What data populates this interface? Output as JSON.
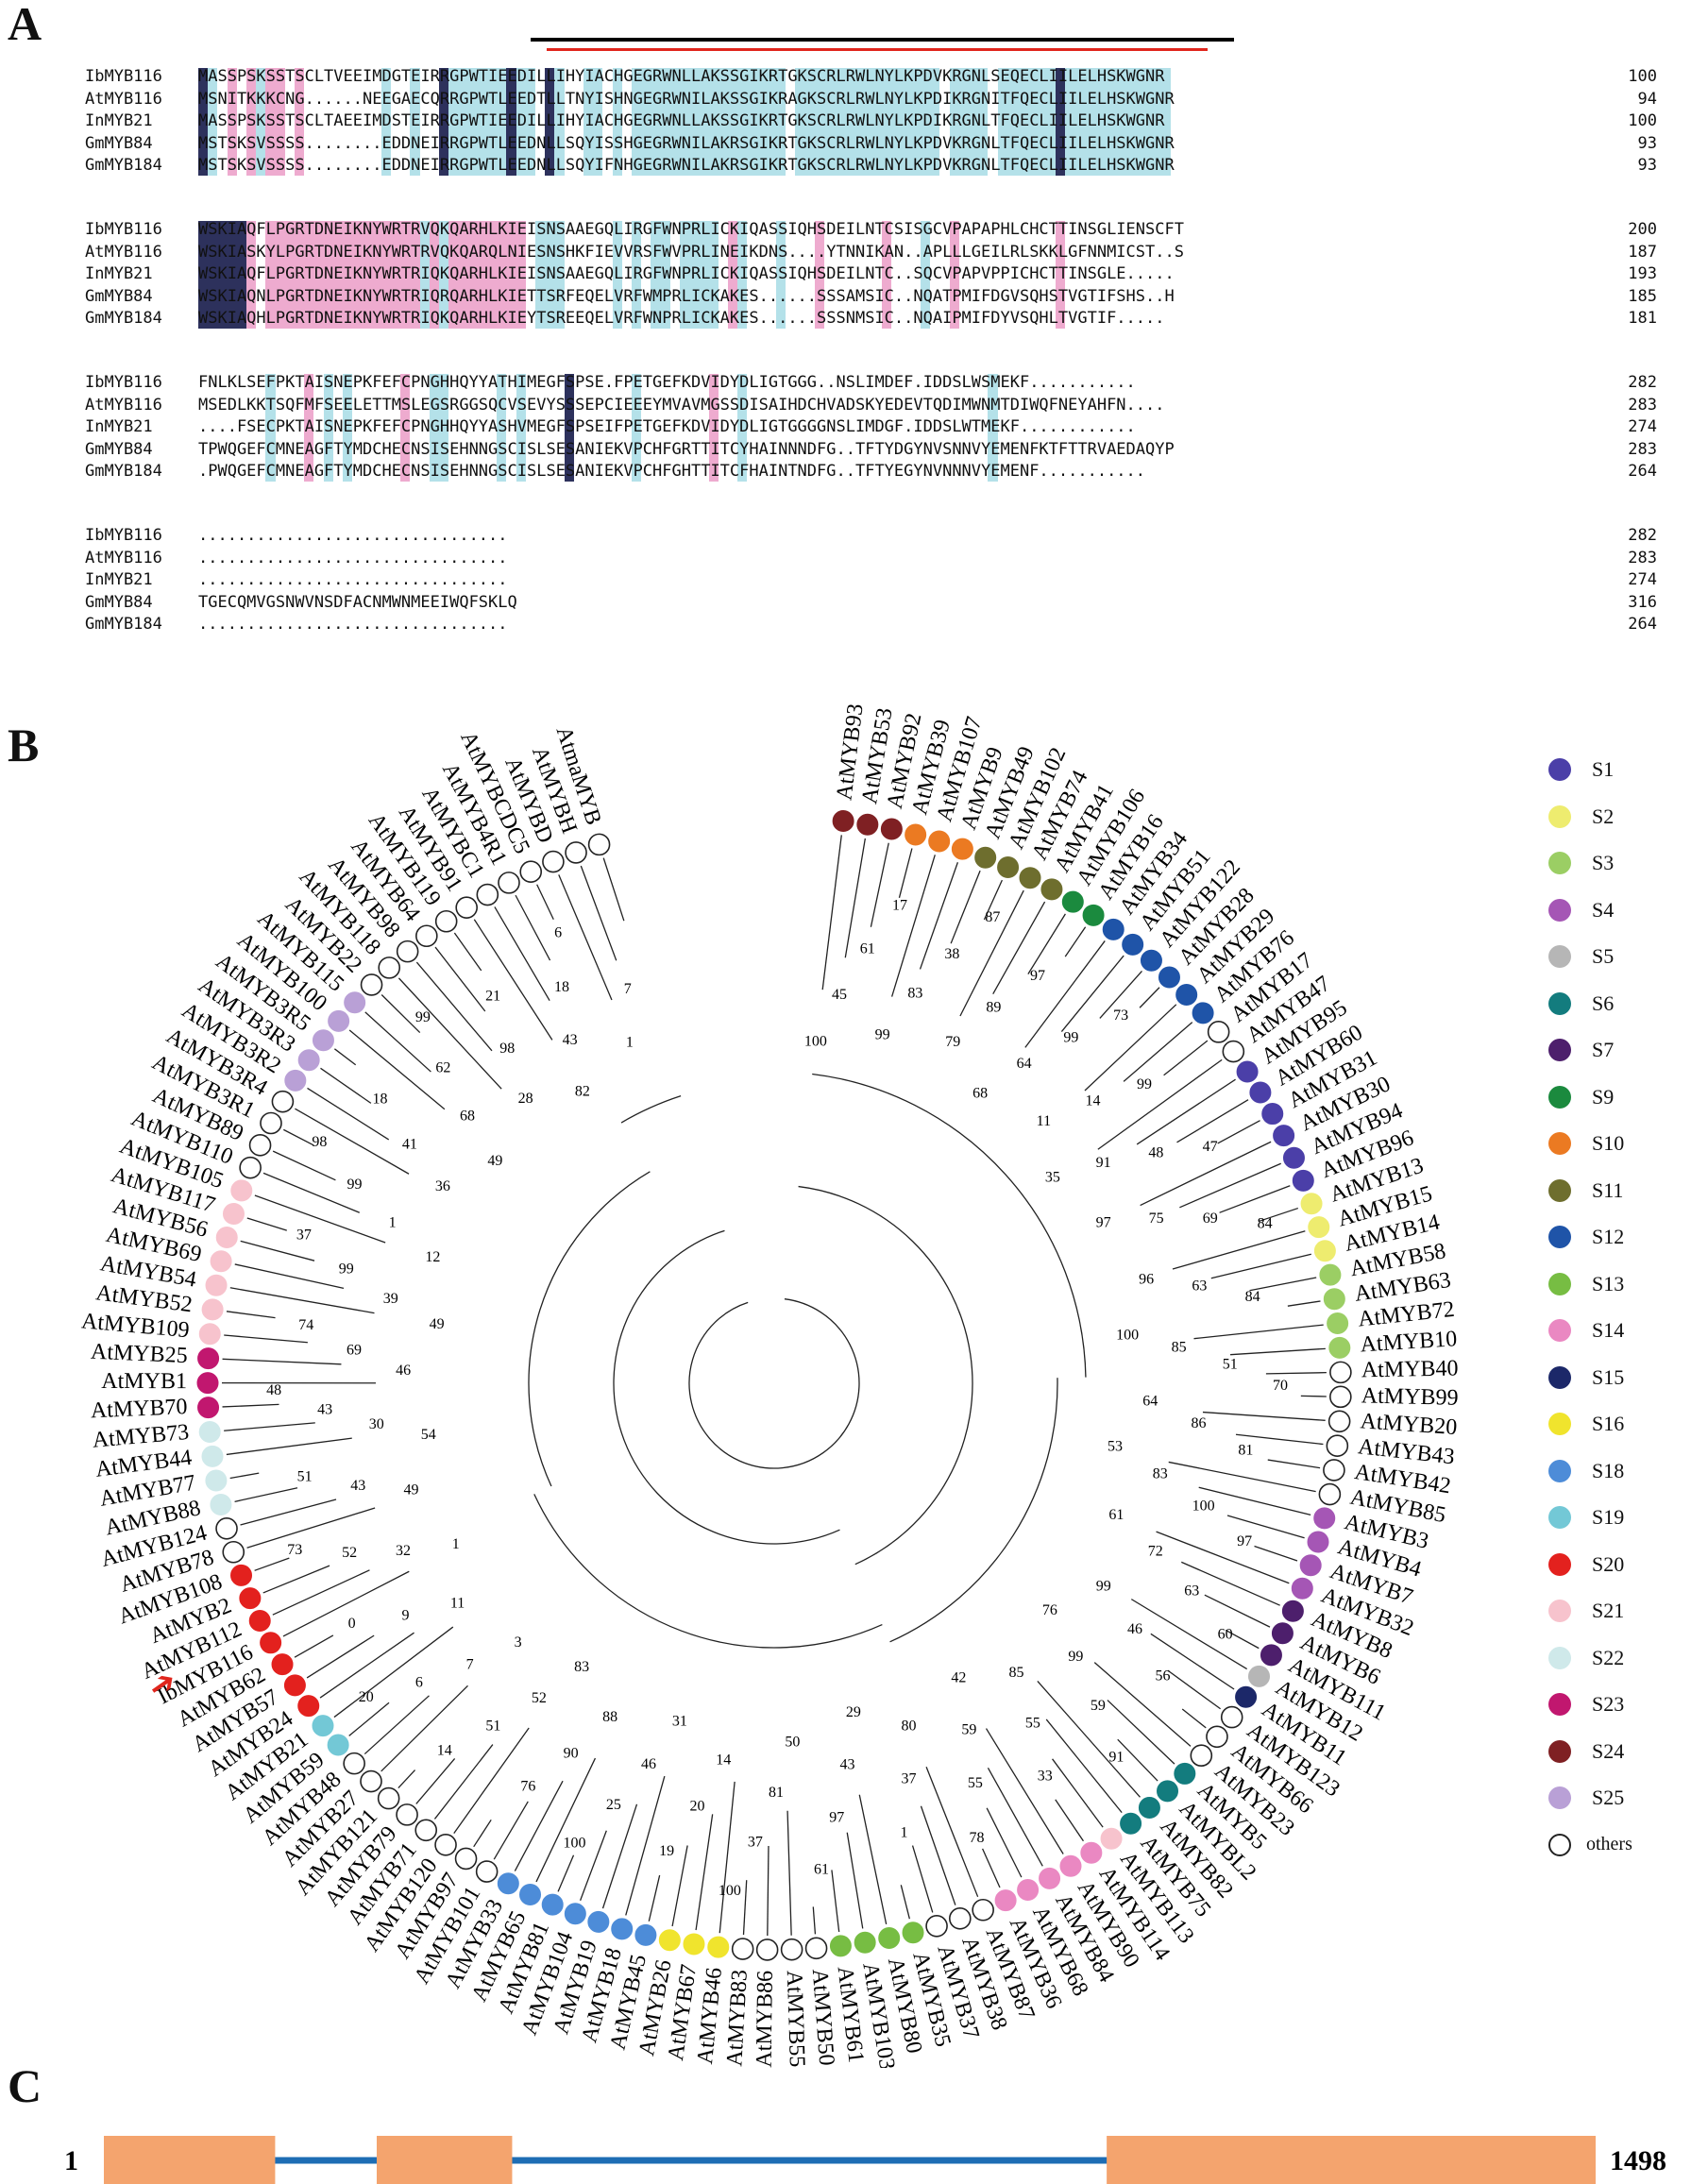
{
  "panels": {
    "a": "A",
    "b": "B",
    "c": "C"
  },
  "colors": {
    "identical": "#1b1f4e",
    "similar_pink": "#e88fbf",
    "similar_cyan": "#9bd7e1",
    "exon": "#f4a46e",
    "intron": "#1e6db4",
    "arrow": "#e0261d"
  },
  "alignment": {
    "blocks": [
      {
        "rows": [
          {
            "name": "IbMYB116",
            "seq": "MASSPSKSSTSCLTVEEIMDGTEIRRGPWTIEEDILLIHYIACHGEGRWNLLAKSSGIKRTGKSCRLRWLNYLKPDVKRGNLSEQECLIILELHSKWGNR",
            "num": "100"
          },
          {
            "name": "AtMYB116",
            "seq": "MSNITKKKCNG......NEEGAECQRRGPWTLEEDTLLTNYISHNGEGRWNILAKSSGIKRAGKSCRLRWLNYLKPDIKRGNITFQECLIILELHSKWGNR",
            "num": "94"
          },
          {
            "name": "InMYB21",
            "seq": "MASSPSKSSTSCLTAEEIMDSTEIRRGPWTIEEDILLIHYIACHGEGRWNLLAKSSGIKRTGKSCRLRWLNYLKPDIKRGNLTFQECLIILELHSKWGNR",
            "num": "100"
          },
          {
            "name": "GmMYB84",
            "seq": "MSTSKSVSSSS........EDDNEIRRGPWTLEEDNLLSQYISSHGEGRWNILAKRSGIKRTGKSCRLRWLNYLKPDVKRGNLTFQECLIILELHSKWGNR",
            "num": "93"
          },
          {
            "name": "GmMYB184",
            "seq": "MSTSKSVSSSS........EDDNEIRRGPWTLEEDNLLSQYIFNHGEGRWNILAKRSGIKRTGKSCRLRWLNYLKPDVKRGNLTFQECLIILELHSKWGNR",
            "num": "93"
          }
        ]
      },
      {
        "rows": [
          {
            "name": "IbMYB116",
            "seq": "WSKIAQFLPGRTDNEIKNYWRTRVQKQARHLKIEISNSAAEGQLIRGFWNPRLICKIQASSIQHSDEILNTCSISGCVPAPAPHLCHCTTINSGLIENSCFT",
            "num": "200"
          },
          {
            "name": "AtMYB116",
            "seq": "WSKIASKYLPGRTDNEIKNYWRTRVQKQARQLNIESNSHKFIEVVRSFWVPRLINEIKDNS....YTNNIKAN..APLLLGEILRLSKKLGFNNMICST..S",
            "num": "187"
          },
          {
            "name": "InMYB21",
            "seq": "WSKIAQFLPGRTDNEIKNYWRTRIQKQARHLKIEISNSAAEGQLIRGFWNPRLICKIQASSIQHSDEILNTC..SQCVPAPVPPICHCTTINSGLE.....",
            "num": "193"
          },
          {
            "name": "GmMYB84",
            "seq": "WSKIAQNLPGRTDNEIKNYWRTRIQRQARHLKIETTSRFEQELVRFWMPRLICKAKES......SSSAMSIC..NQATPMIFDGVSQHSTVGTIFSHS..H",
            "num": "185"
          },
          {
            "name": "GmMYB184",
            "seq": "WSKIAQHLPGRTDNEIKNYWRTRIQKQARHLKIEYTSREEQELVRFWNPRLICKAKES......SSSNMSIC..NQAIPMIFDYVSQHLTVGTIF.....",
            "num": "181"
          }
        ]
      },
      {
        "rows": [
          {
            "name": "IbMYB116",
            "seq": "FNLKLSEFPKTAISNEPKFEFCPNGHHQYYATHIMEGFSPSE.FPETGEFKDVIDYDLIGTGGG..NSLIMDEF.IDDSLWSMEKF...........",
            "num": "282"
          },
          {
            "name": "AtMYB116",
            "seq": "MSEDLKKTSQFMFSEELETTMSLEGSRGGSQCVSEVYSSSEPCIEEEYMVAVMGSSDISAIHDCHVADSKYEDEVTQDIMWNMTDIWQFNEYAHFN....",
            "num": "283"
          },
          {
            "name": "InMYB21",
            "seq": "....FSECPKTAISNEPKFEFCPNGHHQYYASHVMEGFSPSEIFPETGEFKDVIDYDLIGTGGGGNSLIMDGF.IDDSLWTMEKF............",
            "num": "274"
          },
          {
            "name": "GmMYB84",
            "seq": "TPWQGEFCMNEAGFTYMDCHECNSISEHNNGSCISLSESANIEKVPCHFGRTTITCYHAINNNDFG..TFTYDGYNVSNNVYEMENFKTFTTRVAEDAQYP",
            "num": "283"
          },
          {
            "name": "GmMYB184",
            "seq": ".PWQGEFCMNEAGFTYMDCHECNSISEHNNGSCISLSESANIEKVPCHFGHTTITCFHAINTNDFG..TFTYEGYNVNNNVYEMENF...........",
            "num": "264"
          }
        ]
      },
      {
        "rows": [
          {
            "name": "IbMYB116",
            "seq": "................................",
            "num": "282"
          },
          {
            "name": "AtMYB116",
            "seq": "................................",
            "num": "283"
          },
          {
            "name": "InMYB21",
            "seq": "................................",
            "num": "274"
          },
          {
            "name": "GmMYB84",
            "seq": "TGECQMVGSNWVNSDFACNMWNMEEIWQFSKLQ",
            "num": "316"
          },
          {
            "name": "GmMYB184",
            "seq": "................................",
            "num": "264"
          }
        ]
      }
    ]
  },
  "tree": {
    "leaves": [
      {
        "name": "AtMYB93",
        "g": "S24"
      },
      {
        "name": "AtMYB53",
        "g": "S24"
      },
      {
        "name": "AtMYB92",
        "g": "S24"
      },
      {
        "name": "AtMYB39",
        "g": "S10"
      },
      {
        "name": "AtMYB107",
        "g": "S10"
      },
      {
        "name": "AtMYB9",
        "g": "S10"
      },
      {
        "name": "AtMYB49",
        "g": "S11"
      },
      {
        "name": "AtMYB102",
        "g": "S11"
      },
      {
        "name": "AtMYB74",
        "g": "S11"
      },
      {
        "name": "AtMYB41",
        "g": "S11"
      },
      {
        "name": "AtMYB106",
        "g": "S9"
      },
      {
        "name": "AtMYB16",
        "g": "S9"
      },
      {
        "name": "AtMYB34",
        "g": "S12"
      },
      {
        "name": "AtMYB51",
        "g": "S12"
      },
      {
        "name": "AtMYB122",
        "g": "S12"
      },
      {
        "name": "AtMYB28",
        "g": "S12"
      },
      {
        "name": "AtMYB29",
        "g": "S12"
      },
      {
        "name": "AtMYB76",
        "g": "S12"
      },
      {
        "name": "AtMYB17",
        "g": "others"
      },
      {
        "name": "AtMYB47",
        "g": "others"
      },
      {
        "name": "AtMYB95",
        "g": "S1"
      },
      {
        "name": "AtMYB60",
        "g": "S1"
      },
      {
        "name": "AtMYB31",
        "g": "S1"
      },
      {
        "name": "AtMYB30",
        "g": "S1"
      },
      {
        "name": "AtMYB94",
        "g": "S1"
      },
      {
        "name": "AtMYB96",
        "g": "S1"
      },
      {
        "name": "AtMYB13",
        "g": "S2"
      },
      {
        "name": "AtMYB15",
        "g": "S2"
      },
      {
        "name": "AtMYB14",
        "g": "S2"
      },
      {
        "name": "AtMYB58",
        "g": "S3"
      },
      {
        "name": "AtMYB63",
        "g": "S3"
      },
      {
        "name": "AtMYB72",
        "g": "S3"
      },
      {
        "name": "AtMYB10",
        "g": "S3"
      },
      {
        "name": "AtMYB40",
        "g": "others"
      },
      {
        "name": "AtMYB99",
        "g": "others"
      },
      {
        "name": "AtMYB20",
        "g": "others"
      },
      {
        "name": "AtMYB43",
        "g": "others"
      },
      {
        "name": "AtMYB42",
        "g": "others"
      },
      {
        "name": "AtMYB85",
        "g": "others"
      },
      {
        "name": "AtMYB3",
        "g": "S4"
      },
      {
        "name": "AtMYB4",
        "g": "S4"
      },
      {
        "name": "AtMYB7",
        "g": "S4"
      },
      {
        "name": "AtMYB32",
        "g": "S4"
      },
      {
        "name": "AtMYB8",
        "g": "S7"
      },
      {
        "name": "AtMYB6",
        "g": "S7"
      },
      {
        "name": "AtMYB111",
        "g": "S7"
      },
      {
        "name": "AtMYB12",
        "g": "S5"
      },
      {
        "name": "AtMYB11",
        "g": "S15"
      },
      {
        "name": "AtMYB123",
        "g": "others"
      },
      {
        "name": "AtMYB66",
        "g": "others"
      },
      {
        "name": "AtMYB23",
        "g": "others"
      },
      {
        "name": "AtMYB5",
        "g": "S6"
      },
      {
        "name": "AtMYBL2",
        "g": "S6"
      },
      {
        "name": "AtMYB82",
        "g": "S6"
      },
      {
        "name": "AtMYB75",
        "g": "S6"
      },
      {
        "name": "AtMYB113",
        "g": "S21"
      },
      {
        "name": "AtMYB114",
        "g": "S14"
      },
      {
        "name": "AtMYB90",
        "g": "S14"
      },
      {
        "name": "AtMYB84",
        "g": "S14"
      },
      {
        "name": "AtMYB68",
        "g": "S14"
      },
      {
        "name": "AtMYB36",
        "g": "S14"
      },
      {
        "name": "AtMYB87",
        "g": "others"
      },
      {
        "name": "AtMYB38",
        "g": "others"
      },
      {
        "name": "AtMYB37",
        "g": "others"
      },
      {
        "name": "AtMYB35",
        "g": "S13"
      },
      {
        "name": "AtMYB80",
        "g": "S13"
      },
      {
        "name": "AtMYB103",
        "g": "S13"
      },
      {
        "name": "AtMYB61",
        "g": "S13"
      },
      {
        "name": "AtMYB50",
        "g": "others"
      },
      {
        "name": "AtMYB55",
        "g": "others"
      },
      {
        "name": "AtMYB86",
        "g": "others"
      },
      {
        "name": "AtMYB83",
        "g": "others"
      },
      {
        "name": "AtMYB46",
        "g": "S16"
      },
      {
        "name": "AtMYB67",
        "g": "S16"
      },
      {
        "name": "AtMYB26",
        "g": "S16"
      },
      {
        "name": "AtMYB45",
        "g": "S18"
      },
      {
        "name": "AtMYB18",
        "g": "S18"
      },
      {
        "name": "AtMYB19",
        "g": "S18"
      },
      {
        "name": "AtMYB104",
        "g": "S18"
      },
      {
        "name": "AtMYB81",
        "g": "S18"
      },
      {
        "name": "AtMYB65",
        "g": "S18"
      },
      {
        "name": "AtMYB33",
        "g": "S18"
      },
      {
        "name": "AtMYB101",
        "g": "others"
      },
      {
        "name": "AtMYB97",
        "g": "others"
      },
      {
        "name": "AtMYB120",
        "g": "others"
      },
      {
        "name": "AtMYB71",
        "g": "others"
      },
      {
        "name": "AtMYB79",
        "g": "others"
      },
      {
        "name": "AtMYB121",
        "g": "others"
      },
      {
        "name": "AtMYB27",
        "g": "others"
      },
      {
        "name": "AtMYB48",
        "g": "others"
      },
      {
        "name": "AtMYB59",
        "g": "S19"
      },
      {
        "name": "AtMYB21",
        "g": "S19"
      },
      {
        "name": "AtMYB24",
        "g": "S20"
      },
      {
        "name": "AtMYB57",
        "g": "S20"
      },
      {
        "name": "AtMYB62",
        "g": "S20"
      },
      {
        "name": "IbMYB116",
        "g": "S20"
      },
      {
        "name": "AtMYB112",
        "g": "S20"
      },
      {
        "name": "AtMYB2",
        "g": "S20"
      },
      {
        "name": "AtMYB108",
        "g": "S20"
      },
      {
        "name": "AtMYB78",
        "g": "others"
      },
      {
        "name": "AtMYB124",
        "g": "others"
      },
      {
        "name": "AtMYB88",
        "g": "S22"
      },
      {
        "name": "AtMYB77",
        "g": "S22"
      },
      {
        "name": "AtMYB44",
        "g": "S22"
      },
      {
        "name": "AtMYB73",
        "g": "S22"
      },
      {
        "name": "AtMYB70",
        "g": "S23"
      },
      {
        "name": "AtMYB1",
        "g": "S23"
      },
      {
        "name": "AtMYB25",
        "g": "S23"
      },
      {
        "name": "AtMYB109",
        "g": "S21"
      },
      {
        "name": "AtMYB52",
        "g": "S21"
      },
      {
        "name": "AtMYB54",
        "g": "S21"
      },
      {
        "name": "AtMYB69",
        "g": "S21"
      },
      {
        "name": "AtMYB56",
        "g": "S21"
      },
      {
        "name": "AtMYB117",
        "g": "S21"
      },
      {
        "name": "AtMYB105",
        "g": "S21"
      },
      {
        "name": "AtMYB110",
        "g": "others"
      },
      {
        "name": "AtMYB89",
        "g": "others"
      },
      {
        "name": "AtMYB3R1",
        "g": "others"
      },
      {
        "name": "AtMYB3R4",
        "g": "others"
      },
      {
        "name": "AtMYB3R2",
        "g": "S25"
      },
      {
        "name": "AtMYB3R3",
        "g": "S25"
      },
      {
        "name": "AtMYB3R5",
        "g": "S25"
      },
      {
        "name": "AtMYB100",
        "g": "S25"
      },
      {
        "name": "AtMYB115",
        "g": "S25"
      },
      {
        "name": "AtMYB22",
        "g": "others"
      },
      {
        "name": "AtMYB118",
        "g": "others"
      },
      {
        "name": "AtMYB98",
        "g": "others"
      },
      {
        "name": "AtMYB64",
        "g": "others"
      },
      {
        "name": "AtMYB119",
        "g": "others"
      },
      {
        "name": "AtMYB91",
        "g": "others"
      },
      {
        "name": "AtMYBC1",
        "g": "others"
      },
      {
        "name": "AtMYB4R1",
        "g": "others"
      },
      {
        "name": "AtMYBCDC5",
        "g": "others"
      },
      {
        "name": "AtMYBD",
        "g": "others"
      },
      {
        "name": "AtMYBH",
        "g": "others"
      },
      {
        "name": "AtmaMYB",
        "g": "others"
      }
    ],
    "bootstraps": [
      "100",
      "45",
      "61",
      "17",
      "99",
      "83",
      "38",
      "87",
      "79",
      "89",
      "97",
      "68",
      "64",
      "99",
      "73",
      "11",
      "14",
      "99",
      "35",
      "91",
      "48",
      "47",
      "97",
      "75",
      "69",
      "84",
      "96",
      "63",
      "84",
      "100",
      "85",
      "51",
      "70",
      "64",
      "86",
      "81",
      "53",
      "83",
      "100",
      "97",
      "61",
      "72",
      "63",
      "60",
      "99",
      "46",
      "56",
      "76",
      "99",
      "59",
      "91",
      "85",
      "55",
      "33",
      "42",
      "59",
      "55",
      "78",
      "80",
      "37",
      "1",
      "29",
      "43",
      "97",
      "61",
      "50",
      "81",
      "37",
      "100",
      "14",
      "20",
      "19",
      "31",
      "46",
      "25",
      "100",
      "88",
      "90",
      "76",
      "83",
      "52",
      "51",
      "14",
      "3",
      "7",
      "6",
      "20",
      "11",
      "9",
      "0",
      "1",
      "32",
      "52",
      "73",
      "49",
      "43",
      "51",
      "54",
      "30",
      "43",
      "48",
      "46",
      "69",
      "74",
      "49",
      "39",
      "99",
      "37",
      "12",
      "1",
      "99",
      "98",
      "36",
      "41",
      "18",
      "49",
      "68",
      "62",
      "99",
      "28",
      "98",
      "21",
      "82",
      "43",
      "18",
      "6",
      "1",
      "7"
    ],
    "marked_leaf": "IbMYB116"
  },
  "legend": [
    {
      "label": "S1",
      "color": "#4b3fa8"
    },
    {
      "label": "S2",
      "color": "#eeec6f"
    },
    {
      "label": "S3",
      "color": "#9bce64"
    },
    {
      "label": "S4",
      "color": "#a556b5"
    },
    {
      "label": "S5",
      "color": "#b6b6b6"
    },
    {
      "label": "S6",
      "color": "#137c7e"
    },
    {
      "label": "S7",
      "color": "#4d1f6c"
    },
    {
      "label": "S9",
      "color": "#1b8a3e"
    },
    {
      "label": "S10",
      "color": "#eb7a22"
    },
    {
      "label": "S11",
      "color": "#6e6e2e"
    },
    {
      "label": "S12",
      "color": "#1f54a8"
    },
    {
      "label": "S13",
      "color": "#77bd43"
    },
    {
      "label": "S14",
      "color": "#ea88c2"
    },
    {
      "label": "S15",
      "color": "#1c2869"
    },
    {
      "label": "S16",
      "color": "#f0e42d"
    },
    {
      "label": "S18",
      "color": "#4d8cd8"
    },
    {
      "label": "S19",
      "color": "#73c8d6"
    },
    {
      "label": "S20",
      "color": "#e3211e"
    },
    {
      "label": "S21",
      "color": "#f7c3cd"
    },
    {
      "label": "S22",
      "color": "#cfe9ea"
    },
    {
      "label": "S23",
      "color": "#c1176f"
    },
    {
      "label": "S24",
      "color": "#7f2023"
    },
    {
      "label": "S25",
      "color": "#b9a0d6"
    },
    {
      "label": "others",
      "color": "none"
    }
  ],
  "gene": {
    "start": "1",
    "end": "1498",
    "exons": [
      [
        1,
        172
      ],
      [
        275,
        410
      ],
      [
        1008,
        1498
      ]
    ]
  }
}
